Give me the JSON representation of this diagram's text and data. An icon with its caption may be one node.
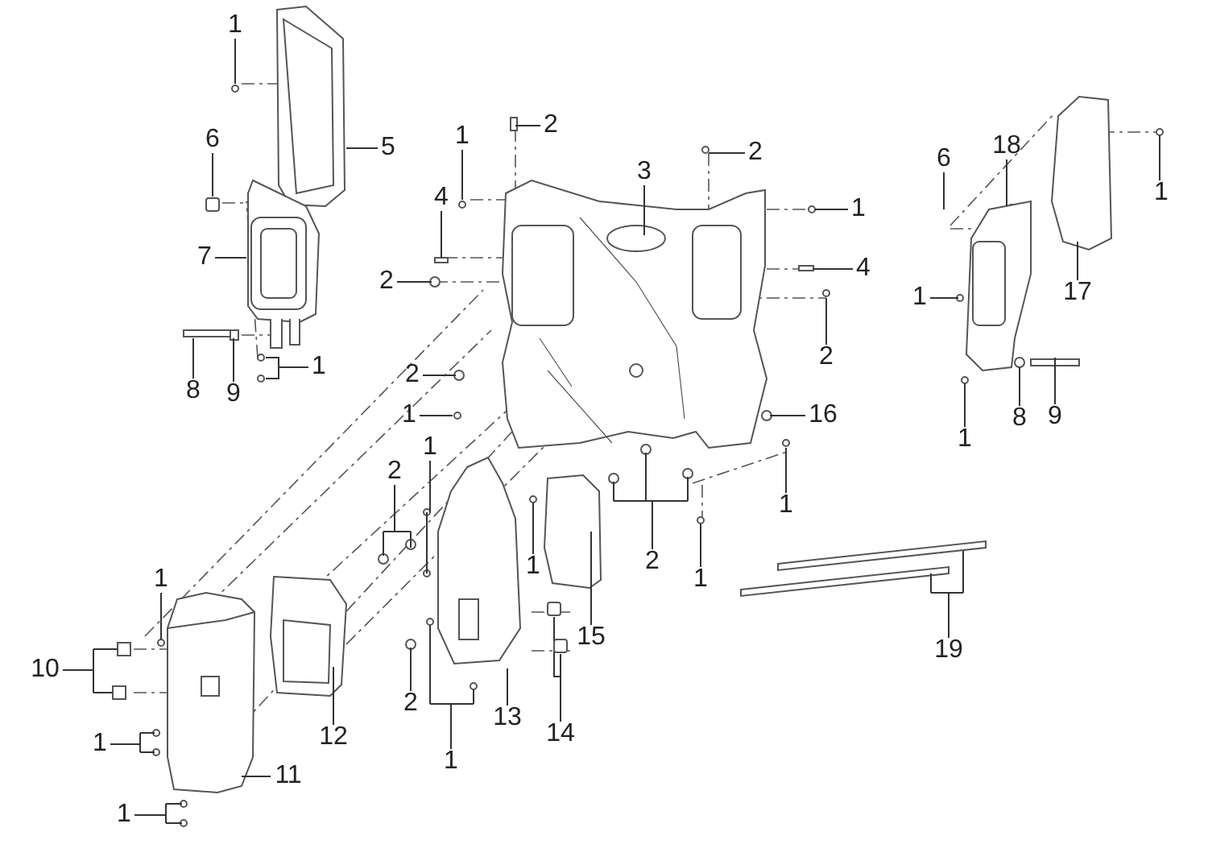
{
  "diagram": {
    "nodes": [
      {
        "text": [
          "1"
        ]
      },
      {
        "text": [
          "5"
        ]
      },
      {
        "text": [
          "6"
        ]
      },
      {
        "text": [
          "7"
        ]
      },
      {
        "text": [
          "8"
        ]
      },
      {
        "text": [
          "9"
        ]
      },
      {
        "text": [
          "1"
        ]
      },
      {
        "text": [
          "1"
        ]
      },
      {
        "text": [
          "2"
        ]
      },
      {
        "text": [
          "4"
        ]
      },
      {
        "text": [
          "2"
        ]
      },
      {
        "text": [
          "2"
        ]
      },
      {
        "text": [
          "1"
        ]
      },
      {
        "text": [
          "3"
        ]
      },
      {
        "text": [
          "2"
        ]
      },
      {
        "text": [
          "1"
        ]
      },
      {
        "text": [
          "4"
        ]
      },
      {
        "text": [
          "2"
        ]
      },
      {
        "text": [
          "16"
        ]
      },
      {
        "text": [
          "6"
        ]
      },
      {
        "text": [
          "18"
        ]
      },
      {
        "text": [
          "1"
        ]
      },
      {
        "text": [
          "17"
        ]
      },
      {
        "text": [
          "1"
        ]
      },
      {
        "text": [
          "8"
        ]
      },
      {
        "text": [
          "9"
        ]
      },
      {
        "text": [
          "1"
        ]
      },
      {
        "text": [
          "1"
        ]
      },
      {
        "text": [
          "1"
        ]
      },
      {
        "text": [
          "2"
        ]
      },
      {
        "text": [
          "19"
        ]
      },
      {
        "text": [
          "1"
        ]
      },
      {
        "text": [
          "2"
        ]
      },
      {
        "text": [
          "1"
        ]
      },
      {
        "text": [
          "10"
        ]
      },
      {
        "text": [
          "12"
        ]
      },
      {
        "text": [
          "1"
        ]
      },
      {
        "text": [
          "11"
        ]
      },
      {
        "text": [
          "1"
        ]
      },
      {
        "text": [
          "2"
        ]
      },
      {
        "text": [
          "13"
        ]
      },
      {
        "text": [
          "1"
        ]
      },
      {
        "text": [
          "14"
        ]
      },
      {
        "text": [
          "15"
        ]
      },
      {
        "text": [
          "1"
        ]
      },
      {
        "text": [],
        "shape": "box"
      },
      {
        "text": [],
        "shape": "circle"
      },
      {
        "text": [],
        "shape": "circle"
      },
      {
        "text": [],
        "shape": "circle"
      },
      {
        "text": [],
        "shape": "circle"
      },
      {
        "text": [],
        "shape": "circle"
      },
      {
        "text": [],
        "shape": "circle"
      },
      {
        "text": [],
        "shape": "box"
      },
      {
        "text": [],
        "shape": "box"
      }
    ],
    "edges": [
      {
        "from": 0,
        "to": null,
        "arrow": "none"
      },
      {
        "from": 1,
        "to": null,
        "arrow": "none"
      },
      {
        "from": 2,
        "to": 45,
        "arrow": "none"
      },
      {
        "from": 3,
        "to": null,
        "arrow": "none"
      },
      {
        "from": 4,
        "to": null,
        "arrow": "none"
      },
      {
        "from": 5,
        "to": null,
        "arrow": "none"
      },
      {
        "from": 6,
        "to": 46,
        "arrow": "none"
      },
      {
        "from": 7,
        "to": 48,
        "arrow": "none"
      },
      {
        "from": 8,
        "to": null,
        "arrow": "none"
      },
      {
        "from": 9,
        "to": null,
        "arrow": "none"
      },
      {
        "from": 10,
        "to": null,
        "arrow": "none"
      },
      {
        "from": 11,
        "to": null,
        "arrow": "none"
      },
      {
        "from": 12,
        "to": 49,
        "arrow": "none"
      },
      {
        "from": 13,
        "to": null,
        "arrow": "none"
      },
      {
        "from": 14,
        "to": null,
        "arrow": "none"
      },
      {
        "from": 15,
        "to": null,
        "arrow": "none"
      },
      {
        "from": 16,
        "to": null,
        "arrow": "none"
      },
      {
        "from": 17,
        "to": 50,
        "arrow": "none"
      },
      {
        "from": 18,
        "to": null,
        "arrow": "none"
      },
      {
        "from": 19,
        "to": null,
        "arrow": "none"
      },
      {
        "from": 20,
        "to": null,
        "arrow": "none"
      },
      {
        "from": 21,
        "to": null,
        "arrow": "none"
      },
      {
        "from": 22,
        "to": null,
        "arrow": "none"
      },
      {
        "from": 23,
        "to": null,
        "arrow": "none"
      },
      {
        "from": 24,
        "to": null,
        "arrow": "none"
      },
      {
        "from": 25,
        "to": null,
        "arrow": "none"
      },
      {
        "from": 26,
        "to": null,
        "arrow": "none"
      },
      {
        "from": 27,
        "to": 51,
        "arrow": "none"
      },
      {
        "from": 28,
        "to": null,
        "arrow": "none"
      },
      {
        "from": 29,
        "to": null,
        "arrow": "none"
      },
      {
        "from": 30,
        "to": null,
        "arrow": "none"
      },
      {
        "from": 31,
        "to": null,
        "arrow": "none"
      },
      {
        "from": 32,
        "to": null,
        "arrow": "none"
      },
      {
        "from": 33,
        "to": null,
        "arrow": "none"
      },
      {
        "from": 34,
        "to": null,
        "arrow": "none"
      },
      {
        "from": 35,
        "to": null,
        "arrow": "none"
      },
      {
        "from": 36,
        "to": null,
        "arrow": "none"
      },
      {
        "from": 37,
        "to": null,
        "arrow": "none"
      },
      {
        "from": 38,
        "to": null,
        "arrow": "none"
      },
      {
        "from": 39,
        "to": null,
        "arrow": "none"
      },
      {
        "from": 40,
        "to": null,
        "arrow": "none"
      },
      {
        "from": 41,
        "to": null,
        "arrow": "none"
      },
      {
        "from": 42,
        "to": 52,
        "arrow": "none"
      },
      {
        "from": 43,
        "to": null,
        "arrow": "none"
      },
      {
        "from": 44,
        "to": null,
        "arrow": "none"
      },
      {
        "from": 6,
        "to": 47,
        "arrow": "none"
      },
      {
        "from": 42,
        "to": 53,
        "arrow": "none"
      }
    ]
  }
}
